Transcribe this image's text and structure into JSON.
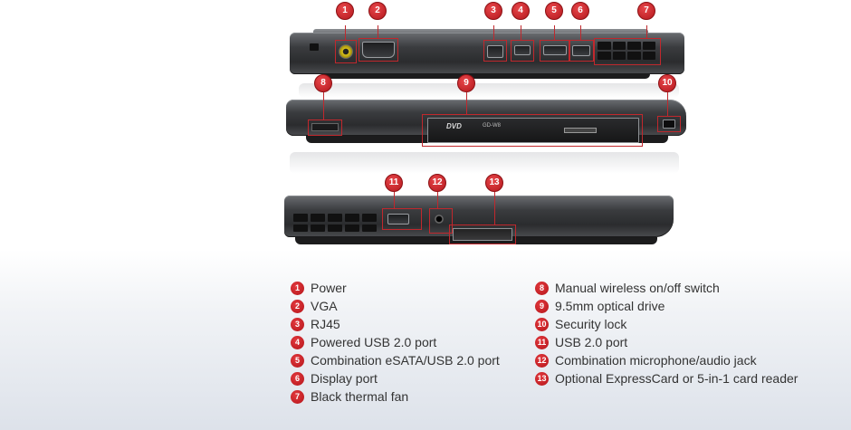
{
  "callouts": {
    "c1": "1",
    "c2": "2",
    "c3": "3",
    "c4": "4",
    "c5": "5",
    "c6": "6",
    "c7": "7",
    "c8": "8",
    "c9": "9",
    "c10": "10",
    "c11": "11",
    "c12": "12",
    "c13": "13"
  },
  "device_text": {
    "dvd_logo": "DVD",
    "drive_label": "GD-W8"
  },
  "legend": {
    "left": [
      {
        "num": "1",
        "label": "Power"
      },
      {
        "num": "2",
        "label": "VGA"
      },
      {
        "num": "3",
        "label": "RJ45"
      },
      {
        "num": "4",
        "label": "Powered USB 2.0 port"
      },
      {
        "num": "5",
        "label": "Combination eSATA/USB 2.0 port"
      },
      {
        "num": "6",
        "label": "Display port"
      },
      {
        "num": "7",
        "label": "Black thermal fan"
      }
    ],
    "right": [
      {
        "num": "8",
        "label": "Manual wireless on/off switch"
      },
      {
        "num": "9",
        "label": "9.5mm optical drive"
      },
      {
        "num": "10",
        "label": "Security lock"
      },
      {
        "num": "11",
        "label": "USB 2.0 port"
      },
      {
        "num": "12",
        "label": "Combination microphone/audio jack"
      },
      {
        "num": "13",
        "label": "Optional ExpressCard or 5-in-1 card reader"
      }
    ]
  },
  "colors": {
    "accent": "#c0282d",
    "text": "#333333",
    "chassis": "#2b2c2e"
  }
}
